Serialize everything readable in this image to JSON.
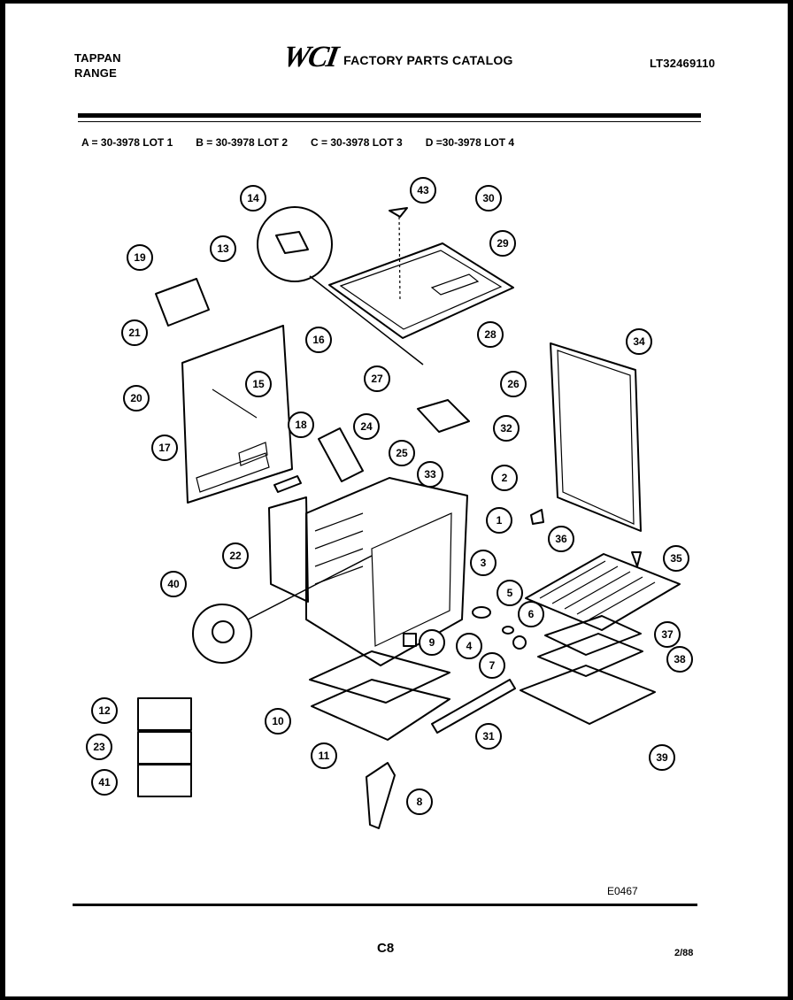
{
  "header": {
    "brand_line1": "TAPPAN",
    "brand_line2": "RANGE",
    "logo_text": "WCI",
    "catalog_title": "FACTORY PARTS CATALOG",
    "model_number": "LT32469110"
  },
  "lots": [
    "A = 30-3978 LOT 1",
    "B = 30-3978 LOT 2",
    "C = 30-3978 LOT 3",
    "D =30-3978 LOT 4"
  ],
  "callouts": [
    "1",
    "2",
    "3",
    "4",
    "5",
    "6",
    "7",
    "8",
    "9",
    "10",
    "11",
    "12",
    "13",
    "14",
    "15",
    "16",
    "17",
    "18",
    "19",
    "20",
    "21",
    "22",
    "23",
    "24",
    "25",
    "26",
    "27",
    "28",
    "29",
    "30",
    "31",
    "32",
    "33",
    "34",
    "35",
    "36",
    "37",
    "38",
    "39",
    "40",
    "41",
    "43"
  ],
  "footer": {
    "drawing_code": "E0467",
    "page_number": "C8",
    "date": "2/88"
  }
}
